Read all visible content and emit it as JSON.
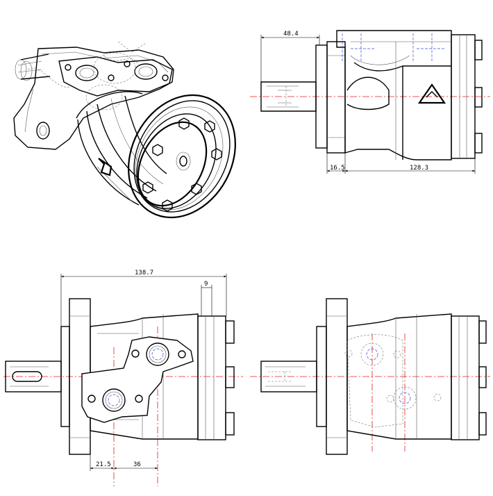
{
  "drawing": {
    "views": [
      "isometric",
      "side",
      "front",
      "rear"
    ],
    "dimensions": {
      "top_width": "48.4",
      "shaft_step": "16.5",
      "body_length": "128.3",
      "overall_width": "138.7",
      "end_thickness": "9",
      "port_offset_1": "21.5",
      "port_offset_2": "36"
    }
  }
}
